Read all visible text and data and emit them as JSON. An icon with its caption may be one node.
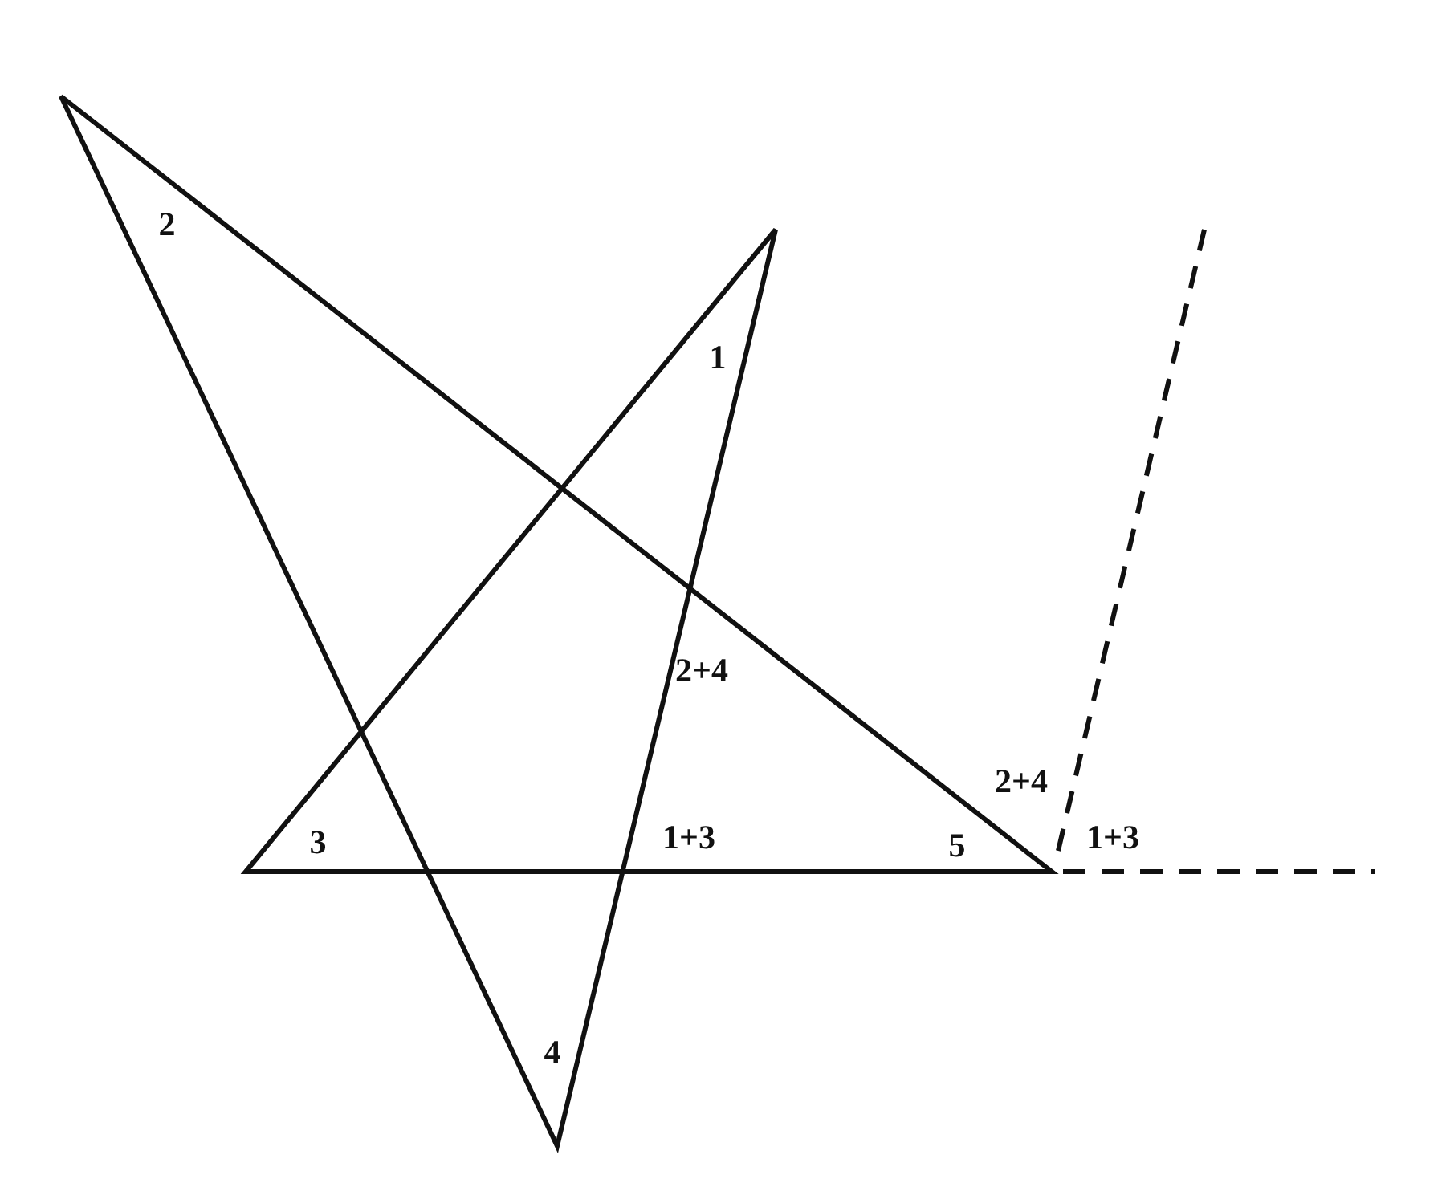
{
  "diagram": {
    "labels": [
      "2",
      "1",
      "2+4",
      "2+4",
      "3",
      "1+3",
      "5",
      "1+3",
      "4"
    ]
  }
}
